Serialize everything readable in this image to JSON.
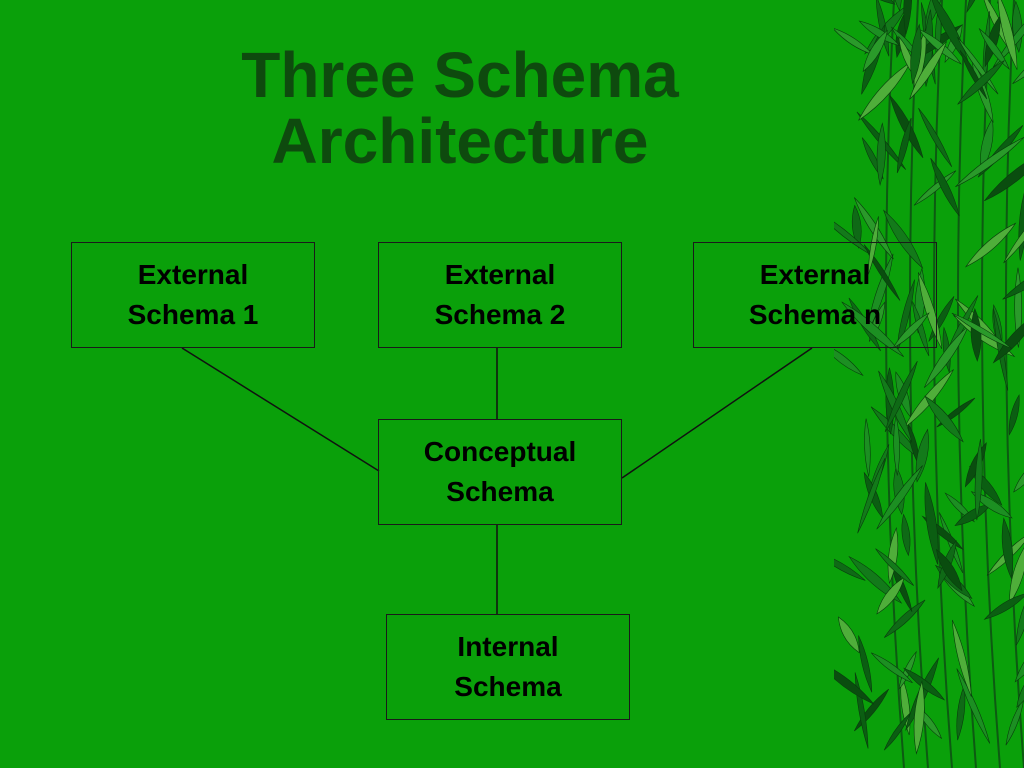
{
  "title": {
    "line1": "Three Schema",
    "line2": "Architecture"
  },
  "schemas": {
    "external_1": {
      "line1": "External",
      "line2": "Schema 1"
    },
    "external_2": {
      "line1": "External",
      "line2": "Schema 2"
    },
    "external_n": {
      "line1": "External",
      "line2": "Schema n"
    },
    "conceptual": {
      "line1": "Conceptual",
      "line2": "Schema"
    },
    "internal": {
      "line1": "Internal",
      "line2": "Schema"
    }
  },
  "colors": {
    "background": "#0aa00a",
    "title": "#0e4a0e",
    "box_border": "#1a1a1a",
    "text": "#000000"
  },
  "decoration_icon": "bamboo-leaves-icon"
}
